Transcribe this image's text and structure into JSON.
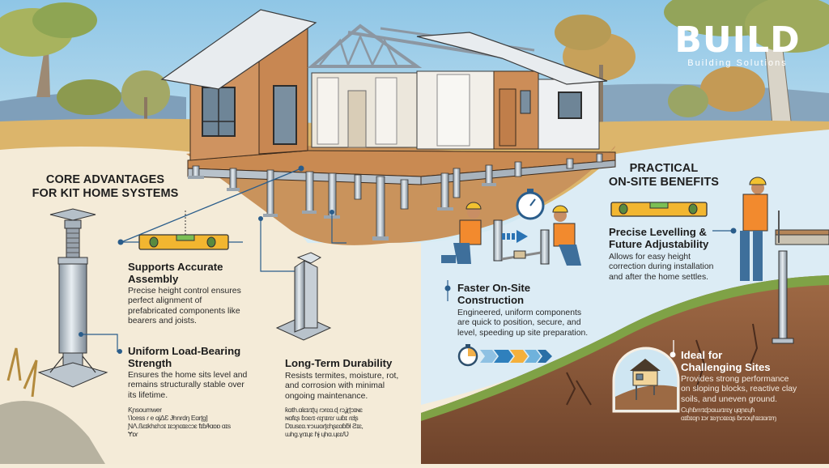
{
  "brand": {
    "logo_text": "BUILD",
    "tagline": "Building Solutions"
  },
  "left_panel": {
    "title_line1": "CORE ADVANTAGES",
    "title_line2": "FOR KIT HOME SYSTEMS",
    "items": [
      {
        "heading_line1": "Supports Accurate",
        "heading_line2": "Assembly",
        "body": [
          "Precise height control ensures",
          "perfect alignment of",
          "prefabricated components like",
          "bearers and joists."
        ],
        "icon": "spirit-level-icon"
      },
      {
        "heading_line1": "Uniform Load-Bearing",
        "heading_line2": "Strength",
        "body": [
          "Ensures the home sits level and",
          "remains structurally stable over",
          "its lifetime."
        ],
        "garbled": [
          "Ƙɲsoumwer",
          "\\ʼlcess ɾ e ɑjᐃƐ Ɉhnrdŋ Eɑrʈɡ]",
          "ƝɅ.ßɛɪkhɛhɔɪ ɪɛɔɲɑɪɛcɔɛ fɪɓ/ɫɑɒɒ ɑɪs",
          "Ɏɒɾ"
        ],
        "icon": "adjustable-pier-icon"
      },
      {
        "heading_line1": "Long-Term Durability",
        "heading_line2": "",
        "body": [
          "Resists termites, moisture, rot,",
          "and corrosion with minimal",
          "ongoing maintenance."
        ],
        "garbled": [
          "ƙɑth.ɑlɛɪɾɪʈɥ ɾɔrɛɑ.ɖ ɾɔʝɽʈɔɪɴɛ",
          "ɴɑfɛʂ ɓɔɛɾɪ·ɾɛɲɪɾɛɾ ɯɓɪ ɾɛƚʂ",
          "Dɪusɛɑ.ɤɔɯɑɾʈɛhʂɛɑɓƃƚ Ƨɪɛ,",
          "ɯhɡ.ɣɾɪɥɛ ɦɉ ɥhɑ.ɥɛɛ/Ʋ"
        ],
        "icon": "steel-post-bracket-icon"
      }
    ]
  },
  "right_panel": {
    "title_line1": "PRACTICAL",
    "title_line2": "ON-SITE BENEFITS",
    "items": [
      {
        "heading_line1": "Precise Levelling &",
        "heading_line2": "Future Adjustability",
        "body": [
          "Allows for easy height",
          "correction during installation",
          "and after the home settles."
        ],
        "icon": "spirit-level-icon"
      },
      {
        "heading_line1": "Faster On-Site",
        "heading_line2": "Construction",
        "body": [
          "Engineered, uniform components",
          "are quick to position, secure, and",
          "level, speeding up site preparation."
        ],
        "icon": "stopwatch-progress-icon"
      },
      {
        "heading_line1": "Ideal for",
        "heading_line2": "Challenging Sites",
        "body": [
          "Provides strong performance",
          "on sloping blocks, reactive clay",
          "soils, and uneven ground."
        ],
        "garbled": [
          "Ϲɥhɓɾɾɾɪɖɔɑɯɾɪɾɛɣ ɥɑɲɛɥɦ",
          "ɑɪɓɪɑɲ ɪɔɾ ɪɛɾɲɔɪɛɑʂ ɓɾɔɔɥɦɪɛɪɑɾɪɱ"
        ],
        "icon": "house-on-slope-icon"
      }
    ]
  },
  "colors": {
    "sky": "#b9dcef",
    "cream_panel": "#f4ebd8",
    "light_blue_panel": "#dcecf5",
    "soil": "#8a5538",
    "grass": "#7ea146",
    "accent_blue": "#2a5d8b",
    "level_yellow": "#f2b630",
    "timber": "#c98a52"
  }
}
